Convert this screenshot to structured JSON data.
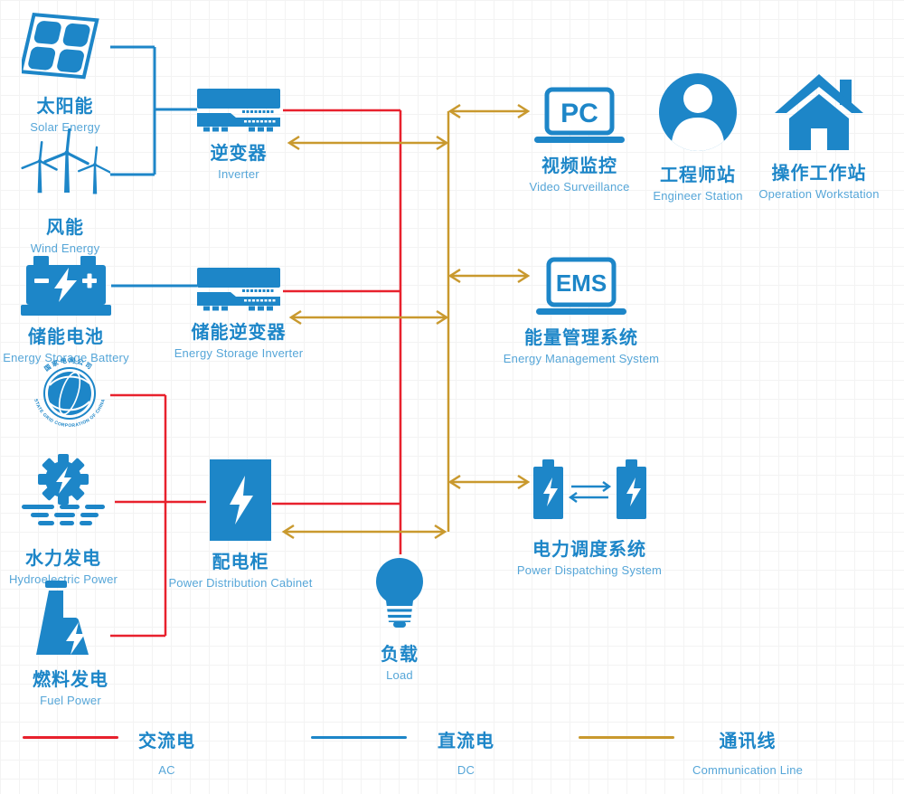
{
  "colors": {
    "blue": "#1d86c8",
    "blue_light": "#56a6d8",
    "red": "#e8212d",
    "gold": "#c9992e",
    "grid": "#f3f3f3",
    "bg": "#ffffff"
  },
  "nodes": {
    "solar": {
      "label": "太阳能",
      "sublabel": "Solar Energy"
    },
    "wind": {
      "label": "风能",
      "sublabel": "Wind Energy"
    },
    "battery": {
      "label": "储能电池",
      "sublabel": "Energy Storage Battery"
    },
    "state_grid": {
      "logo_text_top": "国家电网公司",
      "logo_text_bottom": "STATE GRID CORPORATION OF CHINA"
    },
    "hydro": {
      "label": "水力发电",
      "sublabel": "Hydroelectric Power"
    },
    "fuel": {
      "label": "燃料发电",
      "sublabel": "Fuel Power"
    },
    "inverter": {
      "label": "逆变器",
      "sublabel": "Inverter"
    },
    "storage_inverter": {
      "label": "储能逆变器",
      "sublabel": "Energy Storage Inverter"
    },
    "cabinet": {
      "label": "配电柜",
      "sublabel": "Power Distribution Cabinet"
    },
    "load": {
      "label": "负载",
      "sublabel": "Load"
    },
    "pc": {
      "screen_text": "PC",
      "label": "视频监控",
      "sublabel": "Video Surveillance"
    },
    "engineer": {
      "label": "工程师站",
      "sublabel": "Engineer Station"
    },
    "operation": {
      "label": "操作工作站",
      "sublabel": "Operation Workstation"
    },
    "ems": {
      "screen_text": "EMS",
      "label": "能量管理系统",
      "sublabel": "Energy Management System"
    },
    "dispatch": {
      "label": "电力调度系统",
      "sublabel": "Power Dispatching System"
    }
  },
  "legend": {
    "items": [
      {
        "label": "交流电",
        "sublabel": "AC",
        "type": "ac"
      },
      {
        "label": "直流电",
        "sublabel": "DC",
        "type": "dc"
      },
      {
        "label": "通讯线",
        "sublabel": "Communication Line",
        "type": "comm"
      }
    ]
  }
}
